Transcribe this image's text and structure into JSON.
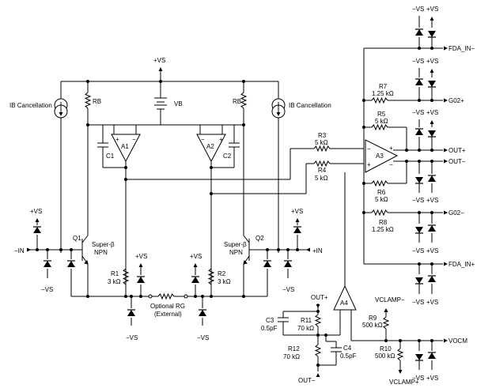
{
  "labels": {
    "vs_pos": "+VS",
    "vs_neg": "−VS",
    "ib_cancel": "IB Cancellation",
    "rb": "RB",
    "vb": "VB",
    "c1": "C1",
    "c2": "C2",
    "a1": "A1",
    "a2": "A2",
    "a3": "A3",
    "a4": "A4",
    "q1": "Q1",
    "q2": "Q2",
    "super_beta": "Super-β",
    "npn": "NPN",
    "r1": "R1",
    "r1_val": "3 kΩ",
    "r2": "R2",
    "r2_val": "3 kΩ",
    "rg_line1": "Optional RG",
    "rg_line2": "(External)",
    "in_neg": "−IN",
    "in_pos": "+IN",
    "r3": "R3",
    "r3_val": "5 kΩ",
    "r4": "R4",
    "r4_val": "5 kΩ",
    "r5": "R5",
    "r5_val": "5 kΩ",
    "r6": "R6",
    "r6_val": "5 kΩ",
    "r7": "R7",
    "r7_val": "1.25 kΩ",
    "r8": "R8",
    "r8_val": "1.25 kΩ",
    "r9": "R9",
    "r9_val": "500 kΩ",
    "r10": "R10",
    "r10_val": "500 kΩ",
    "r11": "R11",
    "r11_val": "70 kΩ",
    "r12": "R12",
    "r12_val": "70 kΩ",
    "c3": "C3",
    "c3_val": "0.5pF",
    "c4": "C4",
    "c4_val": "0.5pF",
    "fda_in_neg": "FDA_IN−",
    "fda_in_pos": "FDA_IN+",
    "g02_pos": "G02+",
    "g02_neg": "G02−",
    "out_pos": "OUT+",
    "out_neg": "OUT−",
    "vocm": "VOCM",
    "vclamp_neg": "VCLAMP−",
    "vclamp_pos": "VCLAMP+",
    "plus": "+",
    "minus": "−"
  }
}
